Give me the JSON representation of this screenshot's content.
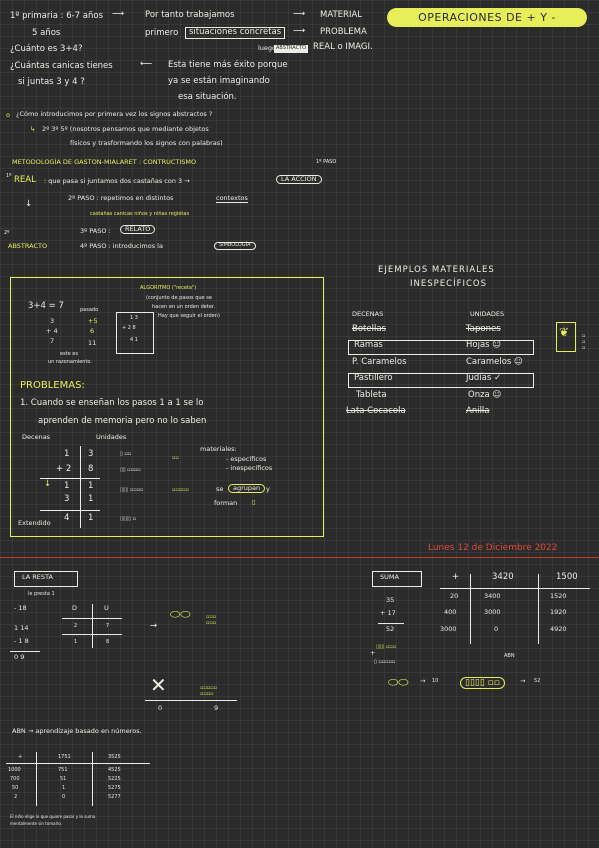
{
  "title": "OPERACIONES DE + Y -",
  "intro": {
    "age_line": "1º primaria : 6-7 años",
    "age_five": "5 años",
    "therefore": "Por tanto trabajamos",
    "primero": "primero",
    "concrete": "situaciones concretas",
    "material": "MATERIAL",
    "problema": "PROBLEMA",
    "luego": "luego",
    "abstracto_tag": "ABSTRACTO",
    "real_imag": "REAL o IMAGI.",
    "q1": "¿Cuánto es 3+4?",
    "q2": "¿Cuántas canicas tienes",
    "q2b": "si juntas 3 y 4 ?",
    "esta1": "Esta tiene más éxito porque",
    "esta2": "ya se están imaginando",
    "esta3": "esa situación."
  },
  "signs": {
    "question": "¿Cómo introducimos por primera vez los signos abstractos ?",
    "answer1": "2º 3º 5º (nosotros pensamos que mediante objetos",
    "answer2": "físicos y trasformando los signos con palabras)"
  },
  "method": {
    "heading": "METODOLOGÍA DE GASTON-MIALARET : CONTRUCTISMO",
    "step1_num": "1º PASO",
    "real": "REAL",
    "real_text": ": que pasa si juntamos dos castañas con 3 →",
    "la_accion": "LA ACCIÓN",
    "step2": "2º PASO : repetimos en distintos",
    "contextos": "contextos",
    "examples": "castañas   canicas  niños y niñas     regletas",
    "step3": "3º PASO :",
    "relato": "RELATO",
    "abstracto": "ABSTRACTO",
    "step4": "4º PASO : introducimos la",
    "simbologia": "SIMBOLOGÍA"
  },
  "algorithm": {
    "sum_line": "3+4 = 7",
    "col_a": [
      "3",
      "+ 4",
      "7"
    ],
    "col_b": [
      "+5",
      "6",
      "11"
    ],
    "label_pasado": "pasado",
    "este_es": "este es",
    "razonamiento": "un razonamiento.",
    "title": "ALGORITMO (\"receta\")",
    "def1": "(conjunto de pasos que se",
    "def2": "hacen en un orden deter.",
    "def3": "Hay que seguir el orden)",
    "boxed": [
      "1 3",
      "+ 2 8",
      "4 1"
    ],
    "problemas": "PROBLEMAS:",
    "p1a": "1. Cuando se enseñan los pasos 1 a 1 se lo",
    "p1b": "aprenden de memoria pero no lo saben",
    "decenas": "Decenas",
    "unidades": "Unidades",
    "grid_left": [
      "1",
      "+ 2",
      "1",
      "3",
      "4"
    ],
    "grid_right": [
      "3",
      "8",
      "1",
      "1",
      "1"
    ],
    "materiales": "materiales:",
    "especificos": "- específicos",
    "inespecificos": "- inespecíficos",
    "se": "se",
    "agrupan": "agrupan",
    "y": "y",
    "forman": "forman",
    "extendido": "Extendido"
  },
  "materials": {
    "title1": "EJEMPLOS MATERIALES",
    "title2": "INESPECÍFICOS",
    "col_decenas": "DECENAS",
    "col_unidades": "UNIDADES",
    "rows": [
      {
        "d": "Botellas",
        "u": "Tapones"
      },
      {
        "d": "Ramas",
        "u": "Hojas ☺"
      },
      {
        "d": "P. Caramelos",
        "u": "Caramelos ☺"
      },
      {
        "d": "Pastillero",
        "u": "Judías ✓"
      },
      {
        "d": "Tableta",
        "u": "Onza ☺"
      },
      {
        "d": "Lata Cocacola",
        "u": "Anilla"
      }
    ]
  },
  "date": "Lunes 12 de Diciembre 2022",
  "resta": {
    "title": "LA RESTA",
    "note": "le presta 1",
    "col_d": "D",
    "col_u": "U",
    "ops": [
      "- 18",
      "1 14",
      "- 1 8",
      "0 9"
    ],
    "du": [
      "2",
      "7",
      "1",
      "8"
    ],
    "bottom": [
      "0",
      "9"
    ]
  },
  "suma": {
    "title": "SUMA",
    "vertical": [
      "35",
      "+ 17",
      "52"
    ],
    "headers": [
      "+",
      "3420",
      "1500"
    ],
    "rows": [
      [
        "20",
        "3400",
        "1520"
      ],
      [
        "400",
        "3000",
        "1920"
      ],
      [
        "3000",
        "0",
        "4920"
      ]
    ],
    "abn": "ABN",
    "result_left": "10",
    "result_right": "52"
  },
  "abn": {
    "line": "ABN → aprendizaje basado en números.",
    "headers": [
      "+",
      "1751",
      "3525"
    ],
    "rows": [
      [
        "1000",
        "751",
        "4525"
      ],
      [
        "700",
        "51",
        "5225"
      ],
      [
        "50",
        "1",
        "5275"
      ],
      [
        "2",
        "0",
        "5277"
      ]
    ],
    "note1": "El niño elige lo que quiere pasar y lo suma",
    "note2": "mentalmente sin tomarlo."
  }
}
